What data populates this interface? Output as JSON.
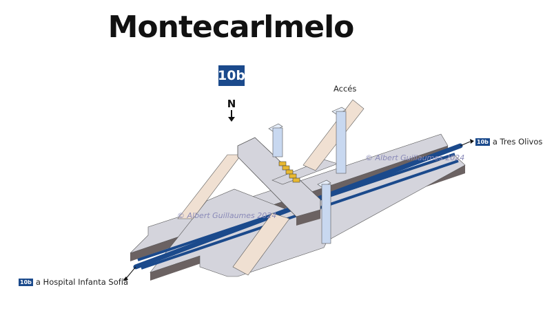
{
  "station": {
    "name": "Montecarlmelo"
  },
  "line": {
    "code": "10b",
    "color": "#1b4a8c"
  },
  "compass": {
    "label": "N"
  },
  "labels": {
    "access": "Accés",
    "dest_right_line": "10b",
    "dest_right_text": "a Tres Olivos",
    "dest_left_line": "10b",
    "dest_left_text": "a Hospital Infanta Sofía"
  },
  "copyright": {
    "text1": "© Albert Guillaumes 2024",
    "text2": "© Albert Guillaumes 2024"
  },
  "colors": {
    "platform": "#d4d4dc",
    "platform_side": "#6b6262",
    "stair": "#f0e0d2",
    "elevator": "#c8d8f0",
    "turnstile": "#e8b830",
    "track": "#1b4a8c"
  }
}
